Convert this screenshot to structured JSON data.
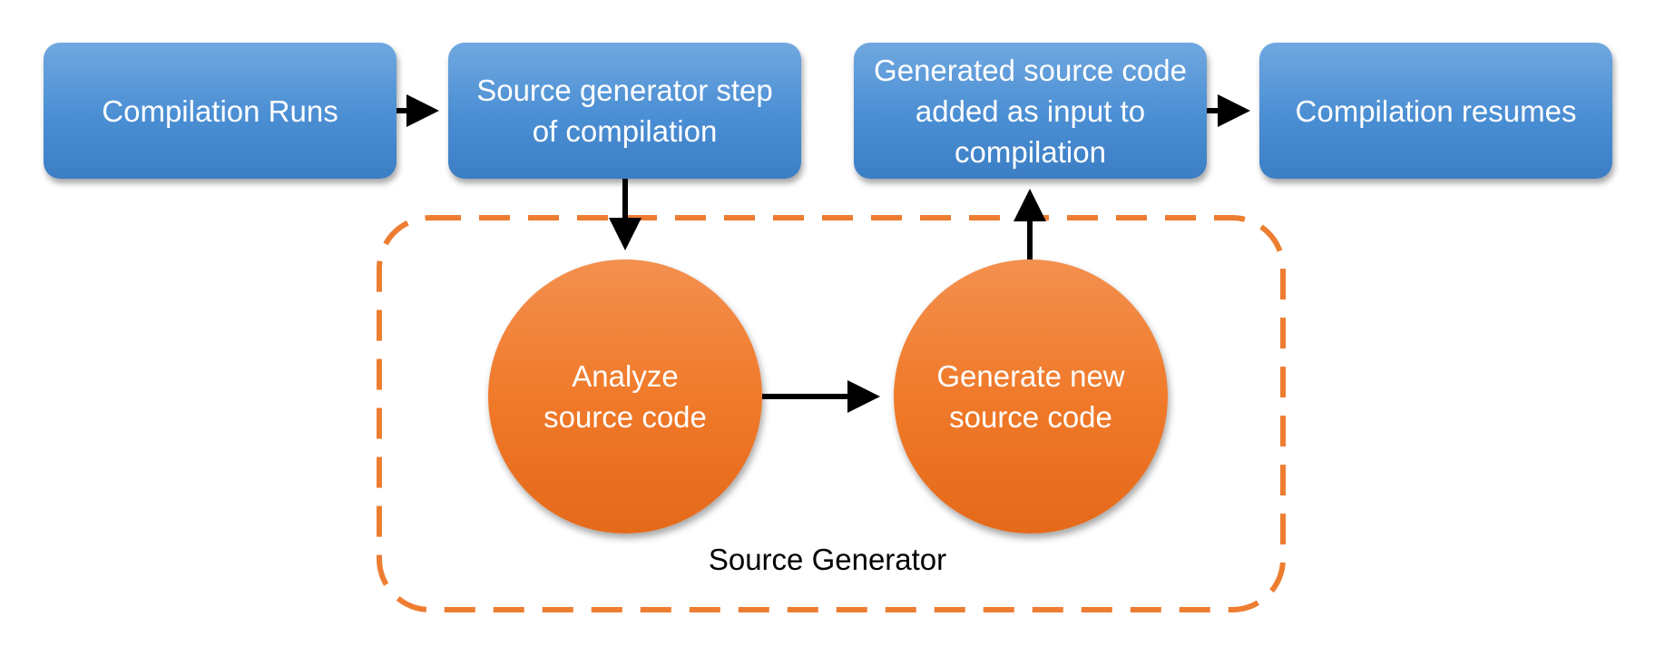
{
  "diagram": {
    "steps": {
      "compilation_runs": "Compilation Runs",
      "source_generator_step": "Source generator step of compilation",
      "generated_source_added": "Generated source code added as input to compilation",
      "compilation_resumes": "Compilation resumes"
    },
    "generator": {
      "label": "Source Generator",
      "analyze": "Analyze source code",
      "generate": "Generate new source code"
    }
  },
  "colors": {
    "step_box": "#4a8ed3",
    "generator_node": "#f07a2a",
    "group_border": "#ed7d31",
    "arrow": "#000000"
  }
}
